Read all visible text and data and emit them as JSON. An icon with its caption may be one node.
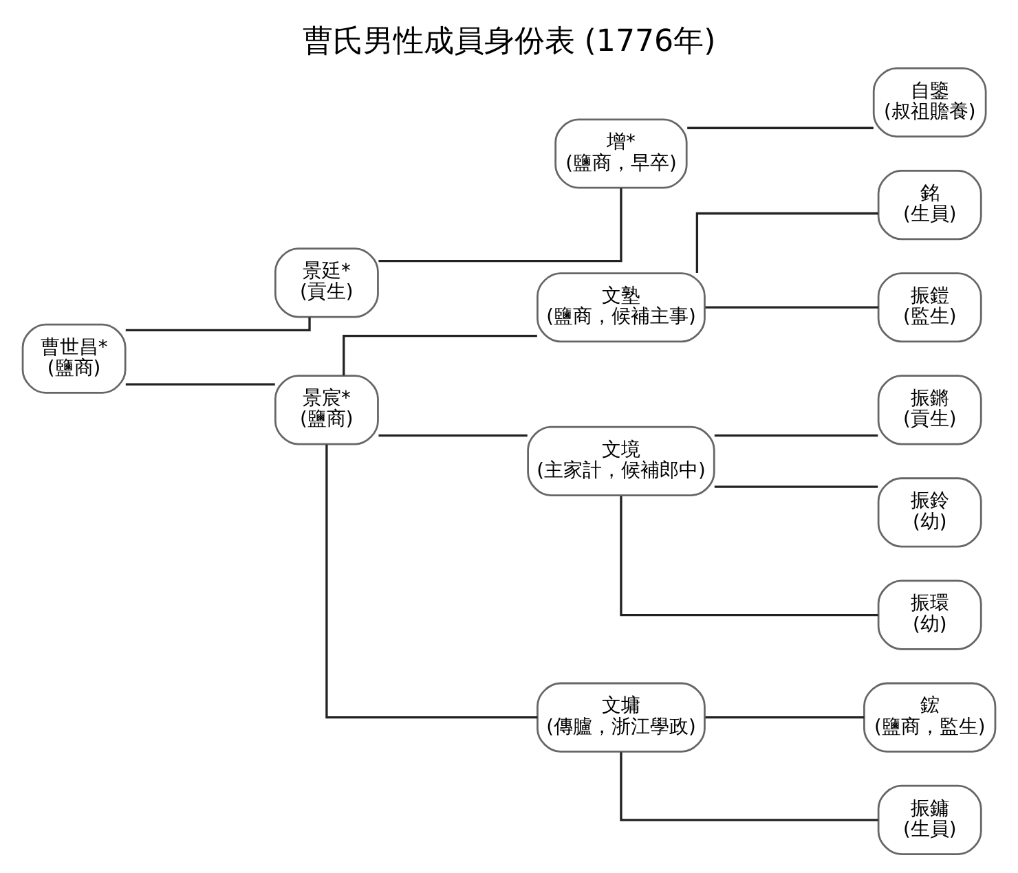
{
  "diagram": {
    "title": "曹氏男性成員身份表 (1776年)",
    "nodes": [
      {
        "text": [
          "曹世昌*",
          "(鹽商)"
        ]
      },
      {
        "text": [
          "景廷*",
          "(貢生)"
        ]
      },
      {
        "text": [
          "增*",
          "(鹽商，早卒)"
        ]
      },
      {
        "text": [
          "自鑒",
          "(叔祖贍養)"
        ]
      },
      {
        "text": [
          "景宸*",
          "(鹽商)"
        ]
      },
      {
        "text": [
          "文塾",
          "(鹽商，候補主事)"
        ]
      },
      {
        "text": [
          "銘",
          "(生員)"
        ]
      },
      {
        "text": [
          "振鎧",
          "(監生)"
        ]
      },
      {
        "text": [
          "文境",
          "(主家計，候補郎中)"
        ]
      },
      {
        "text": [
          "振鏘",
          "(貢生)"
        ]
      },
      {
        "text": [
          "振鈴",
          "(幼)"
        ]
      },
      {
        "text": [
          "振環",
          "(幼)"
        ]
      },
      {
        "text": [
          "文墉",
          "(傳臚，浙江學政)"
        ]
      },
      {
        "text": [
          "鋐",
          "(鹽商，監生)"
        ]
      },
      {
        "text": [
          "振鏞",
          "(生員)"
        ]
      }
    ],
    "edges": [
      {
        "from": 0,
        "to": 1,
        "arrow": "none"
      },
      {
        "from": 0,
        "to": 4,
        "arrow": "none"
      },
      {
        "from": 1,
        "to": 2,
        "arrow": "none"
      },
      {
        "from": 2,
        "to": 3,
        "arrow": "none"
      },
      {
        "from": 4,
        "to": 5,
        "arrow": "none"
      },
      {
        "from": 4,
        "to": 8,
        "arrow": "none"
      },
      {
        "from": 4,
        "to": 12,
        "arrow": "none"
      },
      {
        "from": 5,
        "to": 6,
        "arrow": "none"
      },
      {
        "from": 5,
        "to": 7,
        "arrow": "none"
      },
      {
        "from": 8,
        "to": 9,
        "arrow": "none"
      },
      {
        "from": 8,
        "to": 10,
        "arrow": "none"
      },
      {
        "from": 8,
        "to": 11,
        "arrow": "none"
      },
      {
        "from": 12,
        "to": 13,
        "arrow": "none"
      },
      {
        "from": 12,
        "to": 14,
        "arrow": "none"
      }
    ]
  }
}
